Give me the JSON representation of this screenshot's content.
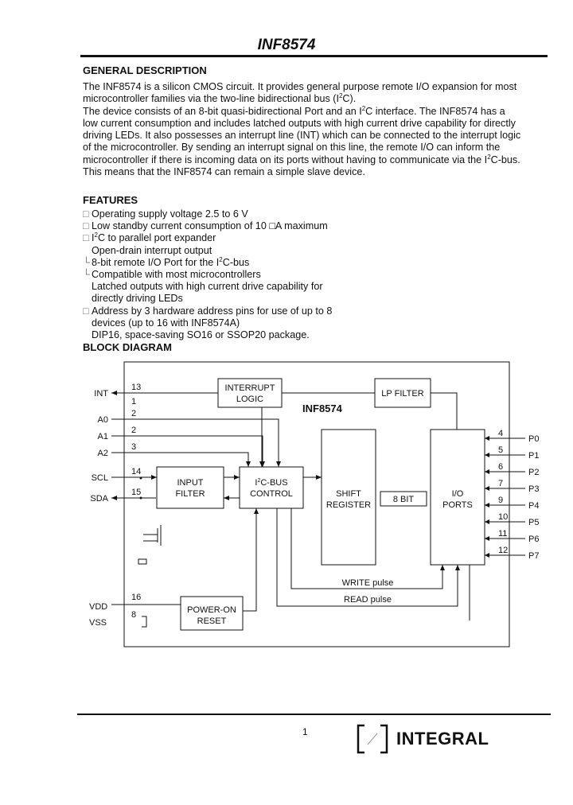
{
  "header": {
    "title": "INF8574"
  },
  "general": {
    "heading": "GENERAL DESCRIPTION",
    "p1a": "The INF8574 is a silicon CMOS circuit. It provides general purpose remote I/O expansion for most",
    "p1b_pre": "microcontroller families via the two-line bidirectional bus (I",
    "p1b_sup": "2",
    "p1b_post": "C).",
    "p2a_pre": "The device consists of an 8-bit quasi-bidirectional Port and an I",
    "p2a_sup": "2",
    "p2a_post": "C interface. The INF8574 has a",
    "p2b": "low current consumption and includes latched outputs with high current drive capability for directly",
    "p2c": "driving LEDs. It also possesses an interrupt line (INT) which can be connected to the interrupt logic",
    "p2d": "of the microcontroller. By sending an interrupt signal on this line, the remote I/O can inform the",
    "p2e_pre": "microcontroller if there is incoming data on its ports without having to communicate via the I",
    "p2e_sup": "2",
    "p2e_post": "C-bus.",
    "p2f": "This means that the INF8574 can remain a simple slave device."
  },
  "features": {
    "heading": "FEATURES",
    "bullet_a": "□",
    "bullet_b": "└",
    "f1": "Operating supply voltage 2.5 to 6 V",
    "f2": "Low standby current consumption of 10 □A maximum",
    "f3_pre": "I",
    "f3_sup": "2",
    "f3_post": "C to parallel port expander",
    "f4": "Open-drain interrupt output",
    "f5_pre": "8-bit remote I/O Port for the I",
    "f5_sup": "2",
    "f5_post": "C-bus",
    "f6": "Compatible with most microcontrollers",
    "f7a": "Latched outputs with high current drive capability for",
    "f7b": "directly driving LEDs",
    "f8a": "Address by 3 hardware address pins for use of up to 8",
    "f8b": "devices (up to 16 with INF8574A)",
    "f9": "DIP16, space-saving SO16 or SSOP20 package."
  },
  "block": {
    "heading": "BLOCK DIAGRAM",
    "chip_label": "INF8574",
    "interrupt1": "INTERRUPT",
    "interrupt2": "LOGIC",
    "lp_filter": "LP FILTER",
    "input1": "INPUT",
    "input2": "FILTER",
    "i2c1_pre": "I",
    "i2c1_sup": "2",
    "i2c1_post": "C-BUS",
    "i2c2": "CONTROL",
    "shift1": "SHIFT",
    "shift2": "REGISTER",
    "bits": "8 BIT",
    "io1": "I/O",
    "io2": "PORTS",
    "power1": "POWER-ON",
    "power2": "RESET",
    "write_pulse": "WRITE pulse",
    "read_pulse": "READ pulse",
    "left_pins": [
      {
        "name": "INT",
        "num": "13"
      },
      {
        "name": "",
        "num": "1"
      },
      {
        "name": "A0",
        "num": "2"
      },
      {
        "name": "A1",
        "num": "2"
      },
      {
        "name": "A2",
        "num": "3"
      },
      {
        "name": "SCL",
        "num": "14"
      },
      {
        "name": "SDA",
        "num": "15"
      }
    ],
    "vdd": "VDD",
    "vss": "VSS",
    "vdd_num": "16",
    "vss_num": "8",
    "right_pins": [
      {
        "name": "P0",
        "num": "4"
      },
      {
        "name": "P1",
        "num": "5"
      },
      {
        "name": "P2",
        "num": "6"
      },
      {
        "name": "P3",
        "num": "7"
      },
      {
        "name": "P4",
        "num": "9"
      },
      {
        "name": "P5",
        "num": "10"
      },
      {
        "name": "P6",
        "num": "11"
      },
      {
        "name": "P7",
        "num": "12"
      }
    ]
  },
  "footer": {
    "page_number": "1",
    "brand": "INTEGRAL"
  }
}
